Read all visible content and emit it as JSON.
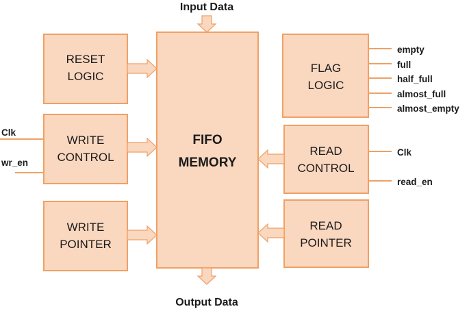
{
  "io": {
    "input": "Input Data",
    "output": "Output Data"
  },
  "blocks": {
    "reset": [
      "RESET",
      "LOGIC"
    ],
    "write_control": [
      "WRITE",
      "CONTROL"
    ],
    "write_pointer": [
      "WRITE",
      "POINTER"
    ],
    "fifo": [
      "FIFO",
      "MEMORY"
    ],
    "flag": [
      "FLAG",
      "LOGIC"
    ],
    "read_control": [
      "READ",
      "CONTROL"
    ],
    "read_pointer": [
      "READ",
      "POINTER"
    ]
  },
  "signals": {
    "write_in": [
      "Clk",
      "wr_en"
    ],
    "read_in": [
      "Clk",
      "read_en"
    ],
    "flags_out": [
      "empty",
      "full",
      "half_full",
      "almost_full",
      "almost_empty"
    ]
  },
  "colors": {
    "fill": "#fad7bf",
    "stroke": "#f0a064"
  }
}
